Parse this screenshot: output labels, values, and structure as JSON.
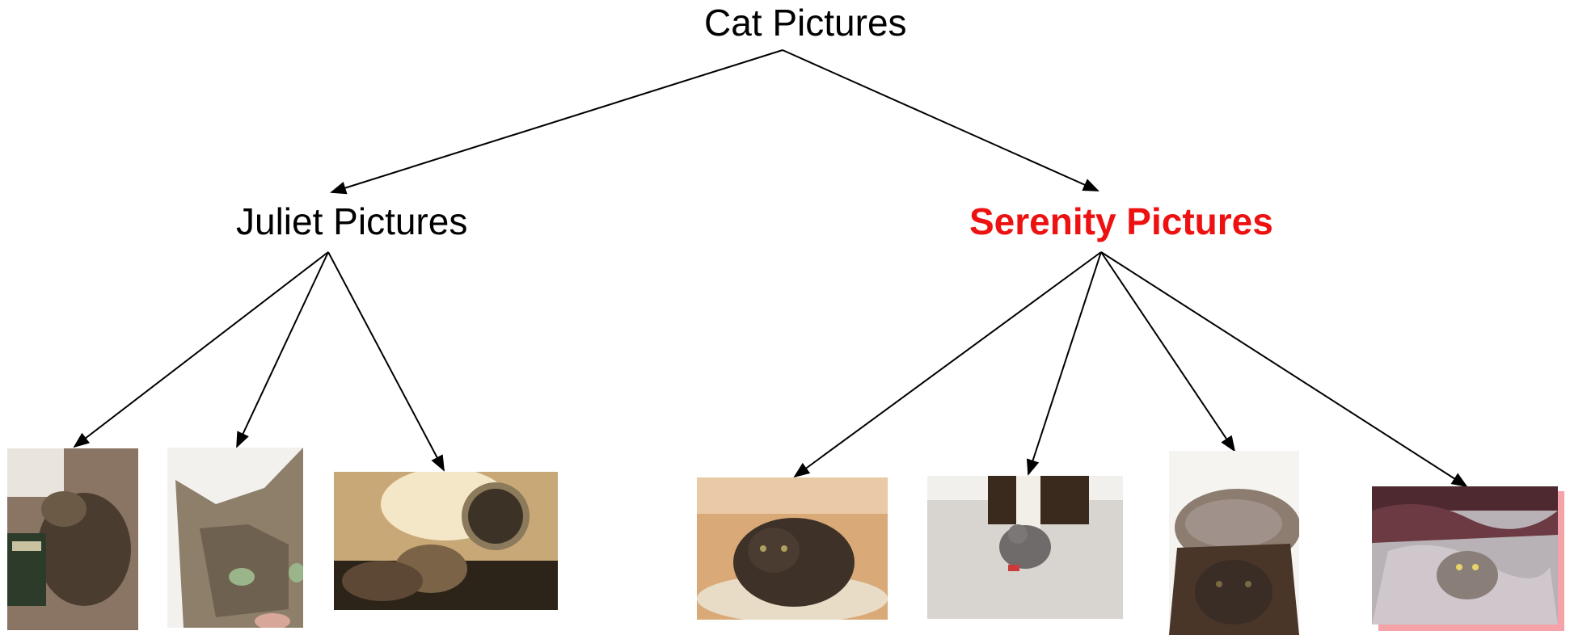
{
  "root": {
    "label": "Cat Pictures"
  },
  "branches": [
    {
      "label": "Juliet Pictures",
      "color": "#000000",
      "bold": false,
      "photo_count": 3
    },
    {
      "label": "Serenity Pictures",
      "color": "#ee1111",
      "bold": true,
      "photo_count": 4
    }
  ],
  "photos": [
    {
      "branch": "Juliet Pictures",
      "subject": "tabby cat sleeping on books"
    },
    {
      "branch": "Juliet Pictures",
      "subject": "tabby cat face close-up"
    },
    {
      "branch": "Juliet Pictures",
      "subject": "tabby cat inside dryer"
    },
    {
      "branch": "Serenity Pictures",
      "subject": "dark cat in baby bouncer"
    },
    {
      "branch": "Serenity Pictures",
      "subject": "grey cat on carpet with toy"
    },
    {
      "branch": "Serenity Pictures",
      "subject": "cat under knitted blanket"
    },
    {
      "branch": "Serenity Pictures",
      "subject": "grey cat in bed sheets"
    }
  ],
  "colors": {
    "arrow": "#000000",
    "highlight": "#ee1111",
    "highlight_shadow": "#f5a3a8"
  }
}
